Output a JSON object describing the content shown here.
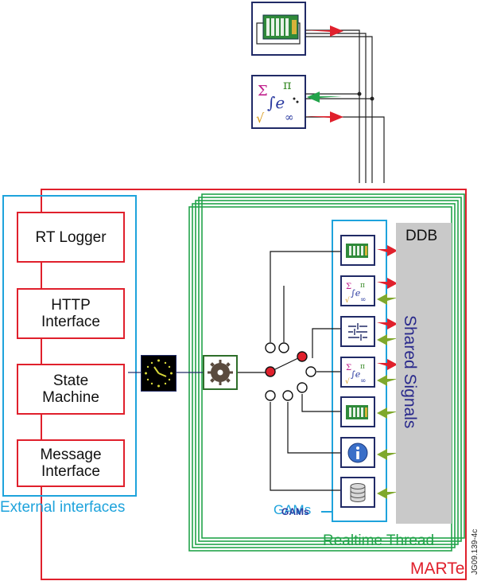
{
  "logger_label": "RT Logger",
  "http_label_1": "HTTP",
  "http_label_2": "Interface",
  "state_label_1": "State",
  "state_label_2": "Machine",
  "message_label_1": "Message",
  "message_label_2": "Interface",
  "external_interfaces_label": "External interfaces",
  "gams_label": "GAMs",
  "gams_label_small": "GAMs",
  "ddb_label": "DDB",
  "shared_signals_label": "Shared Signals",
  "realtime_thread_label": "Realtime Thread",
  "marte_label": "MARTe",
  "figure_id": "JG09.139-4c",
  "colors": {
    "marte_red": "#e0202c",
    "external_cyan": "#1ea3dc",
    "thread_green": "#22a34a",
    "gam_navy": "#202a66",
    "ddb_gray": "#c9c9c9",
    "signal_out_red": "#e0202c",
    "signal_in_green": "#7fa82c",
    "text_blue": "#2a2a8c"
  },
  "icons": [
    "board-icon",
    "math-symbols-icon",
    "filter-icon",
    "info-icon",
    "database-icon",
    "clock-icon",
    "gear-icon"
  ]
}
